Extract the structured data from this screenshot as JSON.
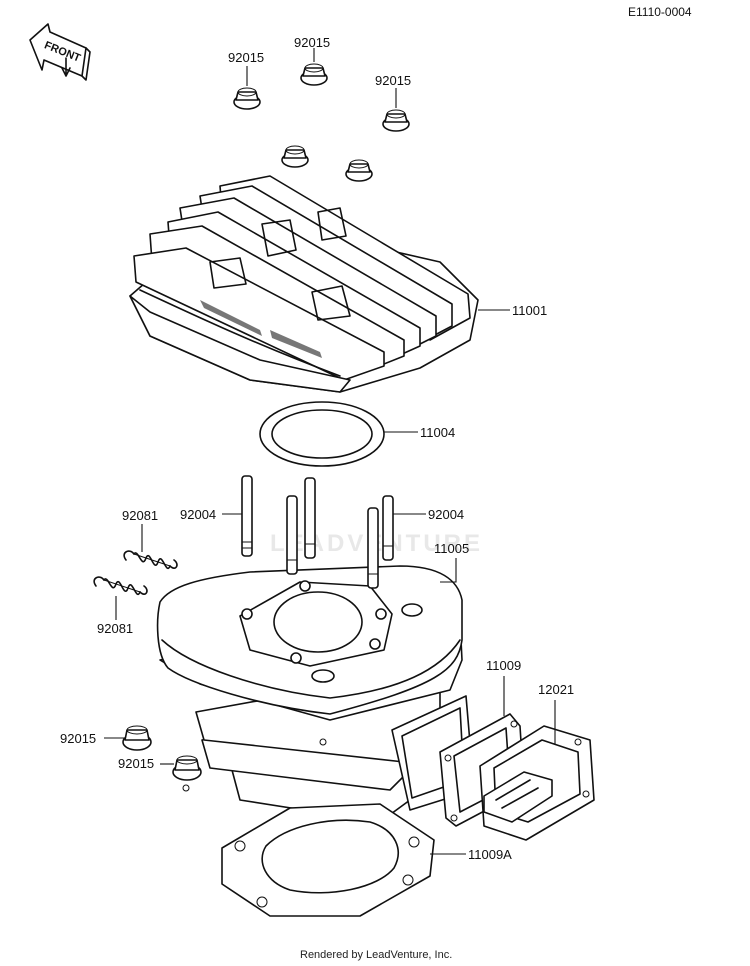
{
  "diagram_id": "E1110-0004",
  "front_arrow_label": "FRONT",
  "credit": "Rendered by LeadVenture, Inc.",
  "watermark": "LEADVENTURE",
  "callouts": {
    "nut_top_left": "92015",
    "nut_top_center": "92015",
    "nut_top_right": "92015",
    "head": "11001",
    "head_gasket": "11004",
    "stud_left": "92004",
    "stud_right": "92004",
    "cylinder": "11005",
    "spring_upper": "92081",
    "spring_lower": "92081",
    "reed_gasket": "11009",
    "reed_valve": "12021",
    "nut_lower_upper": "92015",
    "nut_lower_lower": "92015",
    "base_gasket": "11009A"
  }
}
